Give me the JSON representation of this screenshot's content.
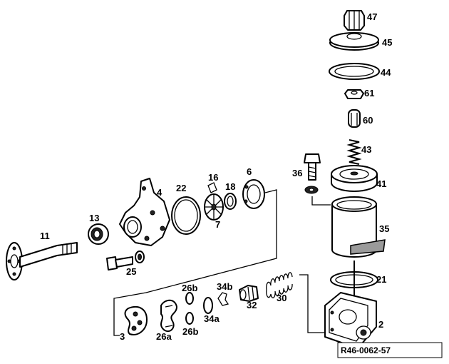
{
  "reference_code": "R46-0062-57",
  "part_numbers": {
    "p47": "47",
    "p45": "45",
    "p44": "44",
    "p61": "61",
    "p60": "60",
    "p43": "43",
    "p36": "36",
    "p41": "41",
    "p35": "35",
    "p21": "21",
    "p2": "2",
    "p30": "30",
    "p32": "32",
    "p34b": "34b",
    "p34a": "34a",
    "p26b_top": "26b",
    "p26b_bottom": "26b",
    "p26a": "26a",
    "p3": "3",
    "p11": "11",
    "p13": "13",
    "p25": "25",
    "p4": "4",
    "p22": "22",
    "p16": "16",
    "p18": "18",
    "p6": "6",
    "p7": "7"
  }
}
